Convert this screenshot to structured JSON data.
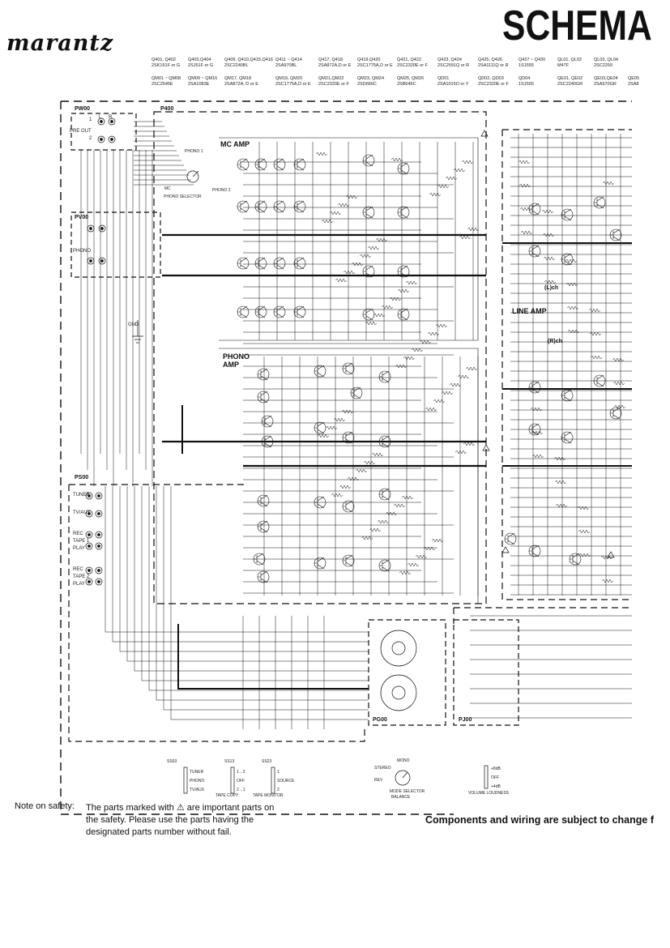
{
  "brand": "marantz",
  "title": "SCHEMA",
  "parts_header": {
    "row1": [
      "Q401, Q402",
      "Q403,Q404",
      "Q409, Q410,Q415,Q416",
      "Q411 ~ Q414",
      "Q417, Q418",
      "Q419,Q420",
      "Q421, Q422",
      "Q423, Q424",
      "Q425, Q426",
      "Q427 ~ Q430",
      "QL01, QL02",
      "QL03, QL04"
    ],
    "row1b": [
      "2SK151F or G",
      "2SJ51F or G",
      "2SC2240BL",
      "2SA970BL",
      "2SA872A,D or E",
      "2SC1775A,D or E",
      "2SC2320E or F",
      "2SC2591Q or R",
      "2SA1111Q or R",
      "1S1555",
      "M47F",
      "2SC2259"
    ],
    "row2": [
      "QM01 ~ QM08",
      "QM09 ~ QM16",
      "QM17, QM18",
      "QM19, QM20",
      "QM21,QM22",
      "QM23, QM24",
      "QM25, QM26",
      "QD01",
      "QD02, QD03",
      "QD04",
      "QE01, QE02",
      "QE03,QE04",
      "QE05"
    ],
    "row2b": [
      "2SC2545E",
      "2SA1083E",
      "2SA872A, D or E",
      "2SC1775A,D or E",
      "2SC2320E or F",
      "2SD666C",
      "2SB646C",
      "2SA1015O or Y",
      "2SC2320E or F",
      "1S1555",
      "2SC2240GR",
      "2SA970GR",
      "2SA8"
    ]
  },
  "blocks": {
    "pw00": "PW00",
    "p400": "P400",
    "pv00": "PV00",
    "ps00": "PS00",
    "pg00": "PG00",
    "pj00": "PJ00",
    "mc_amp": "MC AMP",
    "phono_amp": "PHONO\nAMP",
    "line_amp": "LINE AMP",
    "lch": "(L)ch",
    "rch": "(R)ch"
  },
  "io_labels": {
    "pre_out": "PRE OUT",
    "phono": "PHONO",
    "gnd": "GND",
    "tuner": "TUNER",
    "tv_aux": "TV/AUX",
    "rec_tape1": "REC",
    "tape1": "TAPE 1",
    "play1": "PLAY",
    "rec_tape2": "REC",
    "tape2": "TAPE 2",
    "play2": "PLAY",
    "phono1": "PHONO 1",
    "phono2": "PHONO 2",
    "mc": "MC",
    "phono_selector": "PHONO SELECTOR",
    "l": "L",
    "r": "R",
    "ch1": "1",
    "ch2": "2"
  },
  "switches": {
    "ss03": "SS03",
    "ss03_items": [
      "TUNER",
      "PHONO",
      "TV/AUX"
    ],
    "ss13": "SS13",
    "ss13_items": [
      "1→2",
      "OFF",
      "2→1"
    ],
    "ss13_caption": "TAPE COPY",
    "ss23": "SS23",
    "ss23_items": [
      "1",
      "SOURCE",
      "2"
    ],
    "ss23_caption": "TAPE MONITOR",
    "mode_mono": "MONO",
    "mode_stereo": "STEREO",
    "mode_rev": "REV",
    "mode_caption1": "MODE SELECTOR",
    "mode_caption2": "BALANCE",
    "loud_items": [
      "+8dB",
      "OFF",
      "+4dB"
    ],
    "loud_caption": "VOLUME LOUDNESS"
  },
  "note": {
    "head": "Note on safety:",
    "body": "The parts marked with ⚠ are important parts on the safety. Please use the parts having the designated parts number without fail."
  },
  "footer": "Components and wiring are subject to change f",
  "colors": {
    "ink": "#111111",
    "paper": "#ffffff"
  }
}
